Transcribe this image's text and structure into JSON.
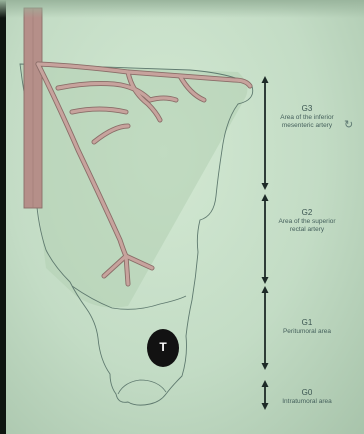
{
  "zones": [
    {
      "code": "G3",
      "desc": "Area of the inferior mesenteric artery"
    },
    {
      "code": "G2",
      "desc": "Area of the superior rectal artery"
    },
    {
      "code": "G1",
      "desc": "Peritumoral area"
    },
    {
      "code": "G0",
      "desc": "Intratumoral area"
    }
  ],
  "tumor": {
    "label": "T"
  },
  "annotation": {
    "text": "↻"
  },
  "colors": {
    "background": "#c3dcc5",
    "vessel_fill": "#bf9c96",
    "vessel_stroke": "#8a6d68",
    "aorta": "#b58f89",
    "outline": "#5f7a6f",
    "arrow": "#1d2a27",
    "tumor": "#121212"
  }
}
